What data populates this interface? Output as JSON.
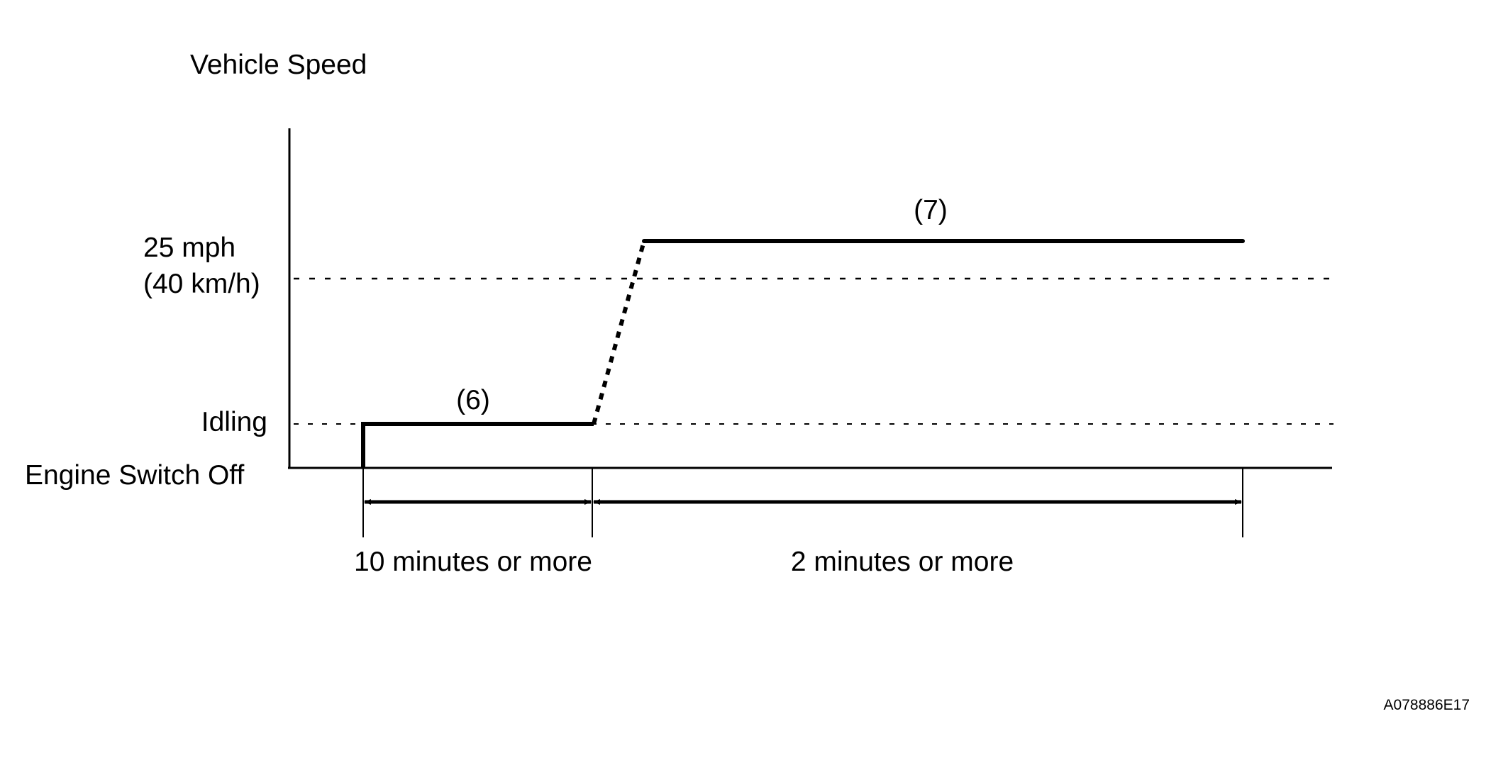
{
  "y_axis_title": "Vehicle Speed",
  "levels": {
    "speed_line1": "25 mph",
    "speed_line2": "(40 km/h)",
    "idling": "Idling",
    "engine_off": "Engine Switch Off"
  },
  "phases": {
    "step_6": "(6)",
    "step_7": "(7)"
  },
  "durations": {
    "first": "10 minutes or more",
    "second": "2 minutes or more"
  },
  "figure_code": "A078886E17",
  "colors": {
    "ink": "#000000",
    "background": "#ffffff"
  }
}
